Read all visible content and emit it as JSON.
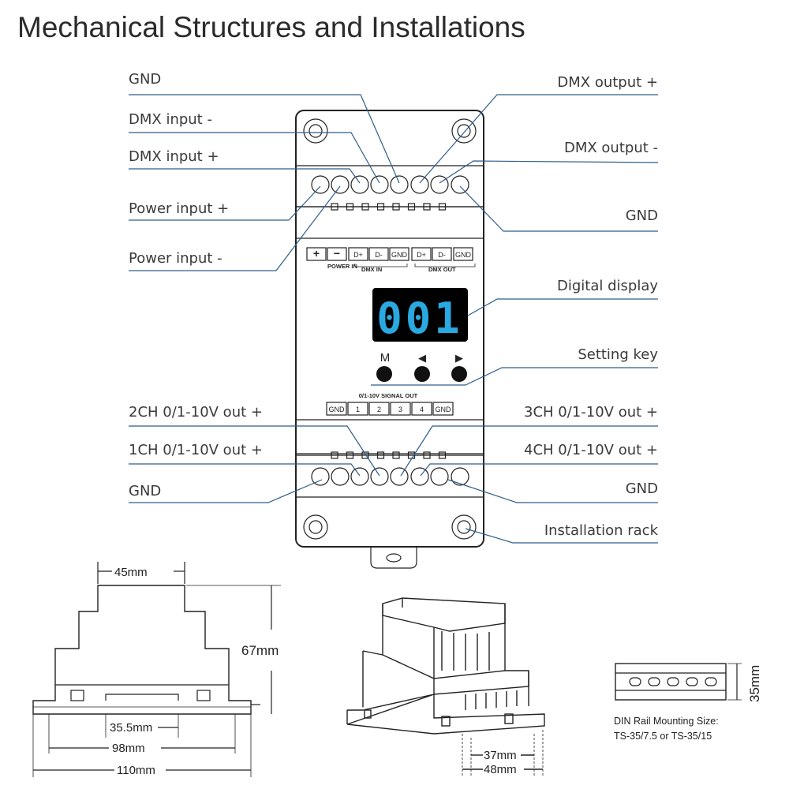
{
  "title": "Mechanical Structures and Installations",
  "labels": {
    "gnd_top_left": "GND",
    "dmx_input_minus": "DMX input -",
    "dmx_input_plus": "DMX input +",
    "power_input_plus": "Power input +",
    "power_input_minus": "Power input -",
    "dmx_output_plus": "DMX output +",
    "dmx_output_minus": "DMX output -",
    "gnd_top_right": "GND",
    "digital_display": "Digital display",
    "setting_key": "Setting key",
    "ch2_out": "2CH 0/1-10V out +",
    "ch1_out": "1CH 0/1-10V out +",
    "gnd_bottom_left": "GND",
    "ch3_out": "3CH 0/1-10V out +",
    "ch4_out": "4CH 0/1-10V out +",
    "gnd_bottom_right": "GND",
    "installation_rack": "Installation rack"
  },
  "device": {
    "top_terminals": [
      "+",
      "−",
      "D+",
      "D-",
      "GND",
      "D+",
      "D-",
      "GND"
    ],
    "power_in": "POWER IN",
    "dmx_in": "DMX IN",
    "dmx_out": "DMX OUT",
    "display_value": "001",
    "display_color": "#2aa8e0",
    "keys": {
      "m": "M",
      "left": "◀",
      "right": "▶"
    },
    "signal_out_label": "0/1-10V SIGNAL OUT",
    "bottom_terminals": [
      "GND",
      "1",
      "2",
      "3",
      "4",
      "GND"
    ]
  },
  "dimensions": {
    "top_width": "45mm",
    "height": "67mm",
    "rail_gap": "35.5mm",
    "inner_width": "98mm",
    "outer_width": "110mm",
    "depth_inner": "37mm",
    "depth_outer": "48mm",
    "rail_height": "35mm"
  },
  "din_rail": {
    "line1": "DIN Rail Mounting Size:",
    "line2": "TS-35/7.5 or TS-35/15"
  },
  "colors": {
    "leader": "#2f5d8a",
    "display_bg": "#000000"
  }
}
